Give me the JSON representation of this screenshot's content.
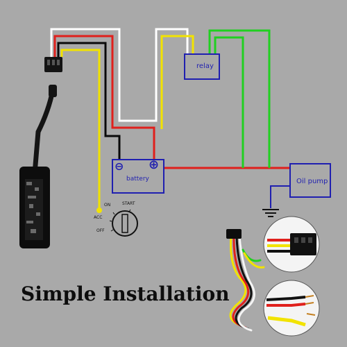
{
  "diagram": {
    "relay_label": "relay",
    "battery_label": "battery",
    "battery_negative": "⊖",
    "battery_positive": "⊕",
    "oil_pump_label": "Oil pump",
    "switch": {
      "on": "ON",
      "start": "START",
      "acc": "ACC",
      "off": "OFF"
    },
    "title": "Simple Installation"
  },
  "colors": {
    "background": "#a9a9a9",
    "box_stroke": "#1f1fb0",
    "wire_white": "#ffffff",
    "wire_red": "#e0201c",
    "wire_black": "#0a0a0a",
    "wire_yellow": "#f2e300",
    "wire_green": "#20d020"
  }
}
